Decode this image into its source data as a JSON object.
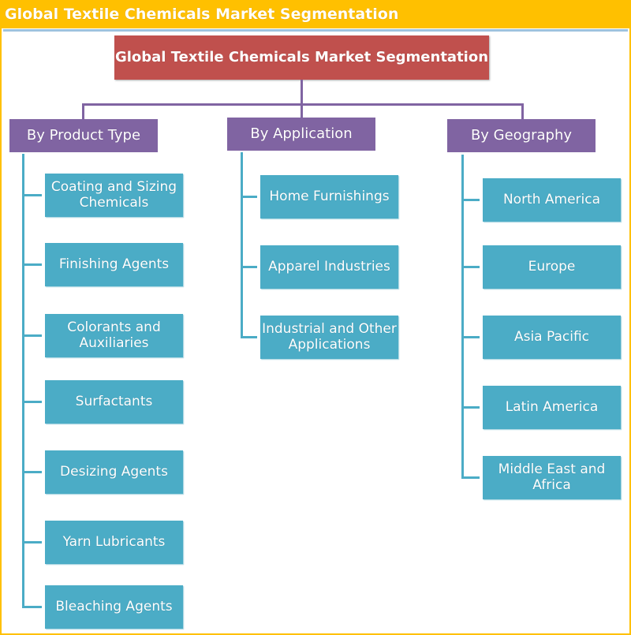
{
  "header": {
    "title": "Global Textile Chemicals Market Segmentation"
  },
  "root": {
    "label": "Global Textile Chemicals Market Segmentation"
  },
  "categories": [
    {
      "label": "By Product Type",
      "items": [
        "Coating and Sizing Chemicals",
        "Finishing Agents",
        "Colorants and Auxiliaries",
        "Surfactants",
        "Desizing Agents",
        "Yarn Lubricants",
        "Bleaching Agents"
      ]
    },
    {
      "label": "By Application",
      "items": [
        "Home Furnishings",
        "Apparel Industries",
        "Industrial and Other Applications"
      ]
    },
    {
      "label": "By Geography",
      "items": [
        "North America",
        "Europe",
        "Asia Pacific",
        "Latin America",
        "Middle East and Africa"
      ]
    }
  ],
  "colors": {
    "header": "#FFC000",
    "root": "#C0504D",
    "category": "#8064A2",
    "leaf": "#4BACC6"
  }
}
